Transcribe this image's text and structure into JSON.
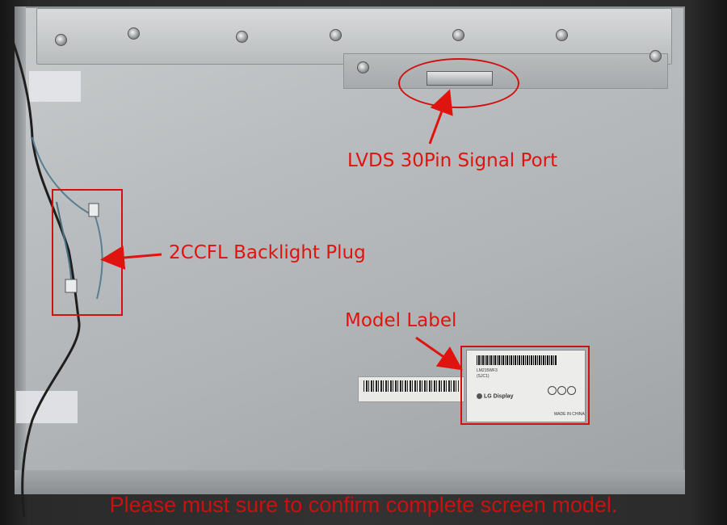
{
  "annotations": {
    "lvds_port": "LVDS 30Pin Signal Port",
    "backlight_plug": "2CCFL Backlight Plug",
    "model_label": "Model Label"
  },
  "warning_text": "Please must sure to confirm complete screen model.",
  "label_sticker": {
    "model": "LM215WF3",
    "model_sub": "(SJC1)",
    "brand": "LG Display",
    "made_in": "MADE IN CHINA"
  },
  "colors": {
    "annotation_red": "#e0140f",
    "panel_metal": "#b8bcbe"
  }
}
